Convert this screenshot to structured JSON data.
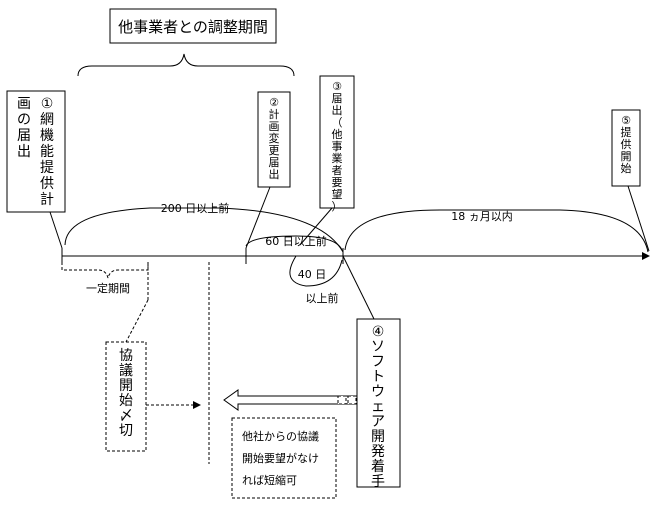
{
  "title": "他事業者との調整期間",
  "step1": {
    "col_right": "①網機能提供計",
    "col_left": "画の届出"
  },
  "step2": "②計画変更届出",
  "step3": "③届出（他事業者要望）",
  "step4": "④ソフトウェア開発着手",
  "step5": "⑤提供開始",
  "spans": {
    "d200": "200 日以上前",
    "d60": "60 日以上前",
    "d40a": "40 日",
    "d40b": "以上前",
    "m18": "18 ヵ月以内"
  },
  "fixed_period": "一定期間",
  "consult_box": "協議開始〆切",
  "note_lines": [
    "他社からの協議",
    "開始要望がなけ",
    "れば短縮可"
  ]
}
